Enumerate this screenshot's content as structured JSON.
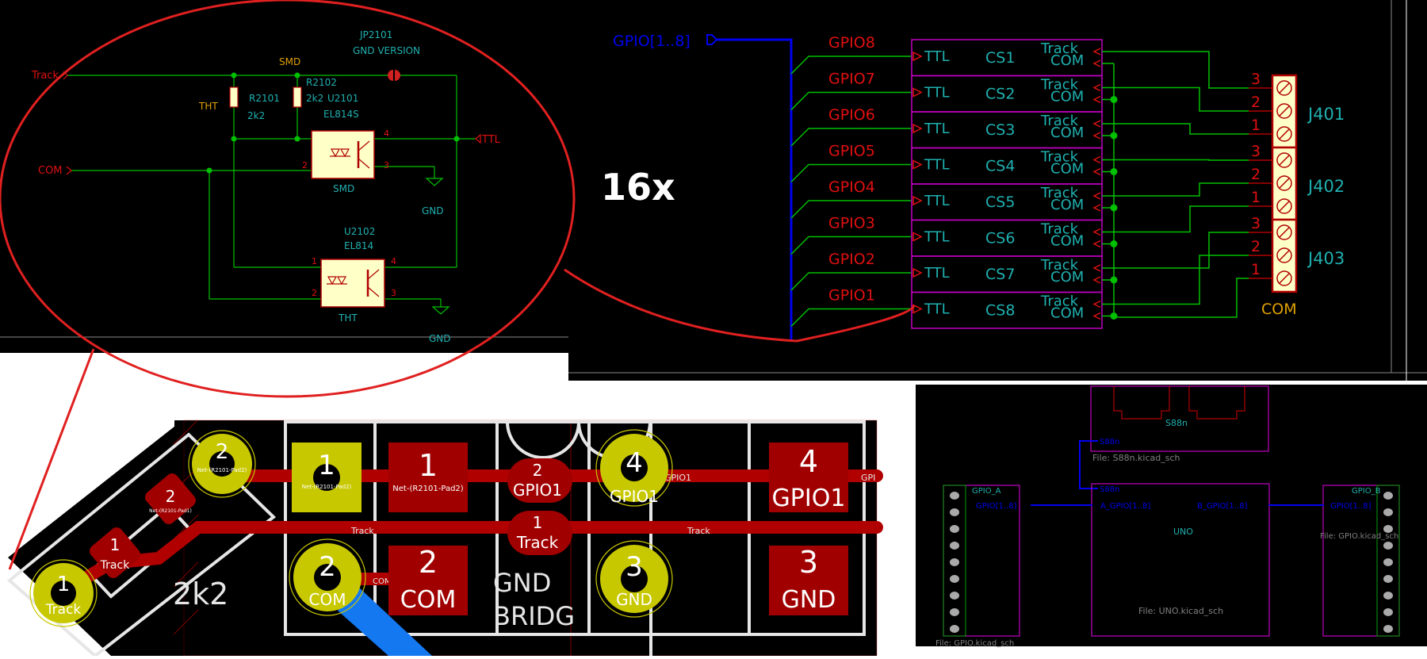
{
  "colors": {
    "wire": "#00c000",
    "label_red": "#e01010",
    "comp_fill": "#ffffc8",
    "comp_border": "#b00000",
    "cyan": "#20b0b0",
    "bus": "#0000f0",
    "sym_border": "#c000c0",
    "pad_red": "#a00000",
    "pad_yellow": "#c8c800",
    "track_red": "#b00000",
    "copper_blue": "#1478f0",
    "orange": "#e0a000",
    "red_callout": "#e02020"
  },
  "zoom_schematic": {
    "track_label": "Track",
    "com_label": "COM",
    "smd_label": "SMD",
    "tht_label": "THT",
    "jp_ref": "JP2101",
    "jp_value": "GND VERSION",
    "r2102_ref": "R2102",
    "r2102_value": "2k2",
    "u2101_ref": "U2101",
    "u2101_value": "EL814S",
    "r2101_ref": "R2101",
    "r2101_value": "2k2",
    "ttl_label": "TTL",
    "u2101_pkg": "SMD",
    "gnd1": "GND",
    "u2102_ref": "U2102",
    "u2102_value": "EL814",
    "u2102_pkg": "THT",
    "gnd2": "GND",
    "pin1": "1",
    "pin2": "2",
    "pin3": "3",
    "pin4": "4"
  },
  "multiplier": "16x",
  "main_schematic": {
    "bus_label": "GPIO[1..8]",
    "channels": [
      {
        "gpio": "GPIO8",
        "cs": "CS1"
      },
      {
        "gpio": "GPIO7",
        "cs": "CS2"
      },
      {
        "gpio": "GPIO6",
        "cs": "CS3"
      },
      {
        "gpio": "GPIO5",
        "cs": "CS4"
      },
      {
        "gpio": "GPIO4",
        "cs": "CS5"
      },
      {
        "gpio": "GPIO3",
        "cs": "CS6"
      },
      {
        "gpio": "GPIO2",
        "cs": "CS7"
      },
      {
        "gpio": "GPIO1",
        "cs": "CS8"
      }
    ],
    "ttl_pin": "TTL",
    "track_pin": "Track",
    "com_pin": "COM",
    "connectors": [
      "J401",
      "J402",
      "J403"
    ],
    "connector_pins": [
      "3",
      "2",
      "1"
    ],
    "com_label": "COM"
  },
  "pcb": {
    "r_pad1_num": "1",
    "r_pad1_net": "Track",
    "r_pad2_num": "2",
    "r_pad2_net": "Net-(R2101-Pad2)",
    "smd_pad1_num": "1",
    "smd_pad1_net": "Track",
    "smd_pad2_num": "2",
    "smd_pad2_net": "Net-(R2101-Pad1)",
    "r_value": "2k2",
    "tht1_num": "1",
    "tht1_net": "Net-(R2101-Pad2)",
    "tht2_num": "2",
    "tht2_net": "COM",
    "sq1_num": "1",
    "sq1_net": "Net-(R2101-Pad2)",
    "sq2_num": "2",
    "sq2_net": "COM",
    "jp_pad2_num": "2",
    "jp_pad2_net": "GPIO1",
    "jp_pad1_num": "1",
    "jp_pad1_net": "Track",
    "gnd_bridge_1": "GND",
    "gnd_bridge_2": "BRIDG",
    "tht4_num": "4",
    "tht4_net": "GPIO1",
    "tht3_num": "3",
    "tht3_net": "GND",
    "sq4_num": "4",
    "sq4_net": "GPIO1",
    "sq3_num": "3",
    "sq3_net": "GND",
    "track_net": "Track",
    "gpio1_net": "GPIO1",
    "com_net": "COM",
    "gpi_cut": "GPI"
  },
  "hier": {
    "s88n_name": "S88n",
    "s88n_file": "File: S88n.kicad_sch",
    "s88n_pin": "S88n",
    "s88n_pin2": "S88n",
    "gpioa_name": "GPIO_A",
    "gpioa_pin": "GPIO[1..8]",
    "gpioa_file": "File: GPIO.kicad_sch",
    "uno_name": "UNO",
    "uno_pin_a": "A_GPIO[1..8]",
    "uno_pin_b": "B_GPIO[1..8]",
    "uno_file": "File: UNO.kicad_sch",
    "gpiob_name": "GPIO_B",
    "gpiob_pin": "GPIO[1..8]",
    "gpiob_file": "File: GPIO.kicad_sch"
  }
}
